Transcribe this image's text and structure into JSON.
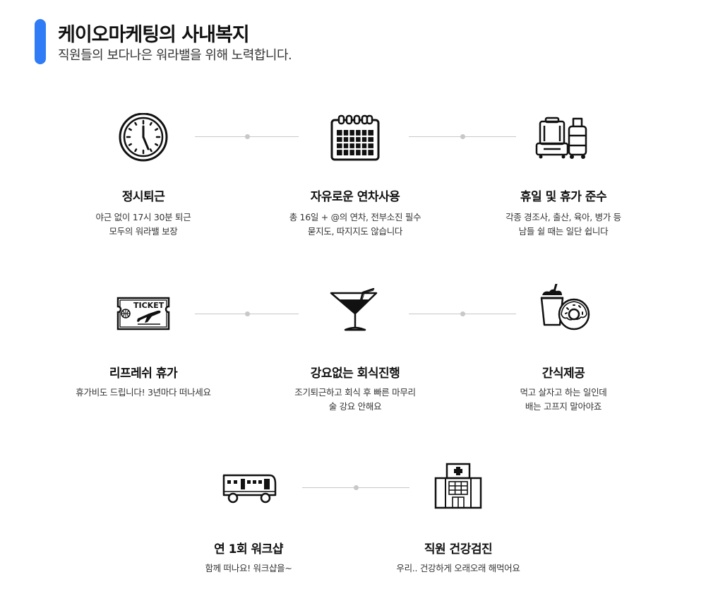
{
  "header": {
    "title": "케이오마케팅의 사내복지",
    "subtitle": "직원들의 보다나은 워라밸을 위해 노력합니다."
  },
  "benefits": [
    {
      "icon": "clock-icon",
      "title": "정시퇴근",
      "lines": [
        "야근 없이 17시 30분 퇴근",
        "모두의 워라밸 보장"
      ]
    },
    {
      "icon": "calendar-icon",
      "title": "자유로운 연차사용",
      "lines": [
        "총 16일 + @의 연차, 전부소진 필수",
        "묻지도, 따지지도 않습니다"
      ]
    },
    {
      "icon": "luggage-icon",
      "title": "휴일 및 휴가 준수",
      "lines": [
        "각종 경조사, 출산, 육아, 병가 등",
        "남들 쉴 때는 일단 쉽니다"
      ]
    },
    {
      "icon": "ticket-icon",
      "icon_text": "TICKET",
      "title": "리프레쉬 휴가",
      "lines": [
        "휴가비도 드립니다! 3년마다 떠나세요"
      ]
    },
    {
      "icon": "cocktail-icon",
      "title": "강요없는 회식진행",
      "lines": [
        "조기퇴근하고 회식 후 빠른 마무리",
        "술 강요 안해요"
      ]
    },
    {
      "icon": "snack-icon",
      "title": "간식제공",
      "lines": [
        "먹고 살자고 하는 일인데",
        "배는 고프지 말아야죠"
      ]
    },
    {
      "icon": "bus-icon",
      "title": "연 1회 워크샵",
      "lines": [
        "함께 떠나요! 워크샵을~"
      ]
    },
    {
      "icon": "hospital-icon",
      "title": "직원 건강검진",
      "lines": [
        "우리.. 건강하게 오래오래 해먹어요"
      ]
    }
  ]
}
